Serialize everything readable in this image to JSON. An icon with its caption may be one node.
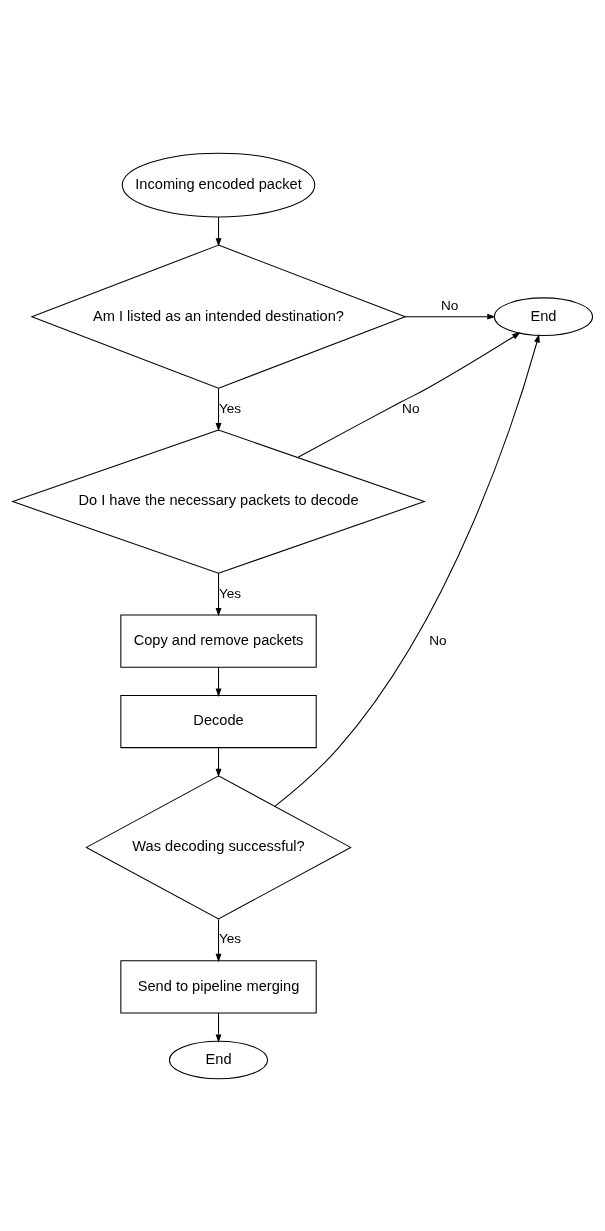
{
  "diagram": {
    "nodes": [
      {
        "text": [
          "Incoming encoded packet"
        ]
      },
      {
        "text": [
          "Am I listed as an intended destination?"
        ]
      },
      {
        "text": [
          "End"
        ]
      },
      {
        "text": [
          "Do I have the necessary packets to decode"
        ]
      },
      {
        "text": [
          "Copy and remove packets"
        ]
      },
      {
        "text": [
          "Decode"
        ]
      },
      {
        "text": [
          "Was decoding successful?"
        ]
      },
      {
        "text": [
          "Send to pipeline merging"
        ]
      },
      {
        "text": [
          "End"
        ]
      }
    ],
    "edges": [
      {
        "from": 0,
        "to": 1,
        "arrow": "to"
      },
      {
        "from": 1,
        "to": 2,
        "arrow": "to",
        "label": "No"
      },
      {
        "from": 1,
        "to": 3,
        "arrow": "to",
        "label": "Yes"
      },
      {
        "from": 3,
        "to": 2,
        "arrow": "to",
        "label": "No"
      },
      {
        "from": 3,
        "to": 4,
        "arrow": "to",
        "label": "Yes"
      },
      {
        "from": 4,
        "to": 5,
        "arrow": "to"
      },
      {
        "from": 5,
        "to": 6,
        "arrow": "to"
      },
      {
        "from": 6,
        "to": 2,
        "arrow": "to",
        "label": "No"
      },
      {
        "from": 6,
        "to": 7,
        "arrow": "to",
        "label": "Yes"
      },
      {
        "from": 7,
        "to": 8,
        "arrow": "to"
      }
    ]
  }
}
